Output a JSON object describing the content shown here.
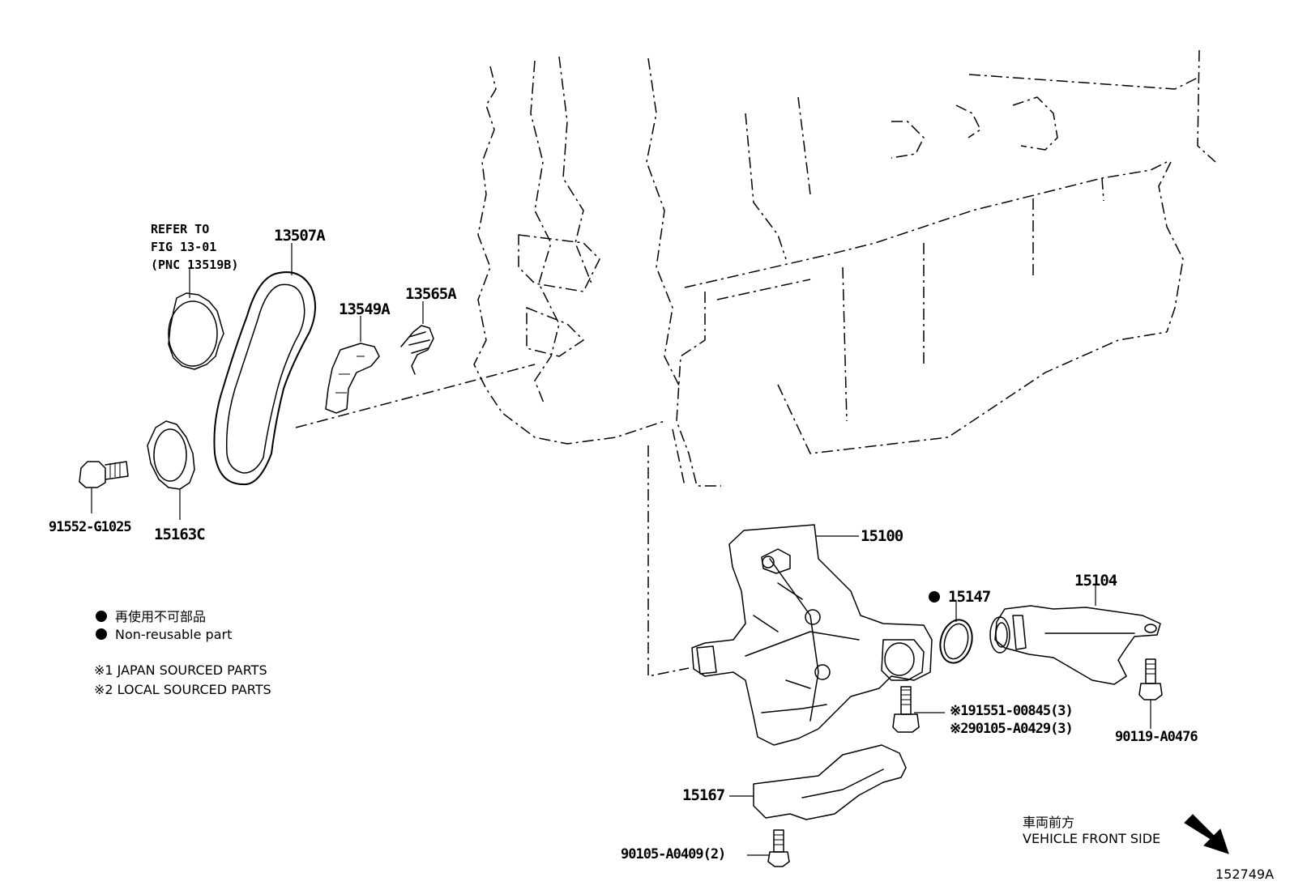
{
  "refer": {
    "line1": "REFER TO",
    "line2": "FIG 13-01",
    "line3": "(PNC 13519B)"
  },
  "parts": {
    "chain": "13507A",
    "tensioner_slipper": "13549A",
    "spring": "13565A",
    "bolt_sprocket": "91552-G1025",
    "sprocket": "15163C",
    "oil_pump": "15100",
    "o_ring": "15147",
    "strainer": "15104",
    "bolt_a": "※191551-00845(3)",
    "bolt_b": "※290105-A0429(3)",
    "bolt_strainer": "90119-A0476",
    "baffle": "15167",
    "bolt_baffle": "90105-A0409(2)"
  },
  "legend": {
    "non_reusable_jp": "再使用不可部品",
    "non_reusable_en": "Non-reusable part",
    "japan_sourced": "※1 JAPAN SOURCED PARTS",
    "local_sourced": "※2 LOCAL SOURCED PARTS"
  },
  "direction": {
    "jp": "車両前方",
    "en": "VEHICLE FRONT SIDE"
  },
  "figure_id": "152749A"
}
